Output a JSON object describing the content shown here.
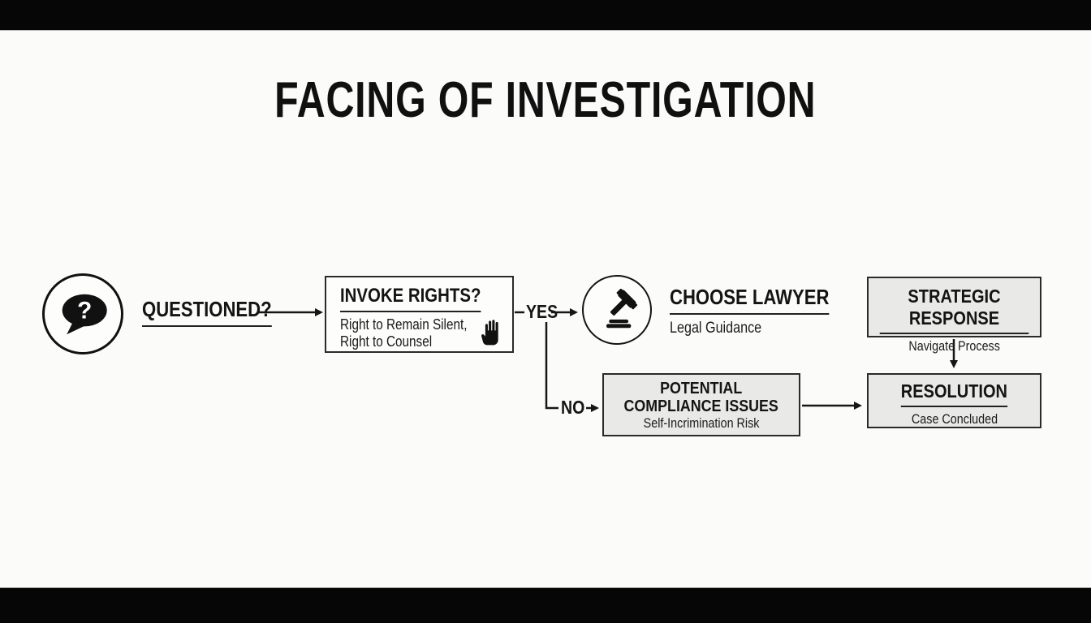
{
  "title": "FACING OF INVESTIGATION",
  "colors": {
    "ink": "#141414",
    "background": "#fbfbf9",
    "letterbox_bar": "#060606",
    "gray_box_fill": "#e9e9e7",
    "white_box_fill": "#fdfdfc"
  },
  "flowchart": {
    "nodes": {
      "questioned": {
        "label": "QUESTIONED?",
        "icon": "speech-bubble-question-icon"
      },
      "invoke_rights": {
        "title": "INVOKE RIGHTS?",
        "subtitle_line1": "Right to Remain Silent,",
        "subtitle_line2": "Right to Counsel",
        "icon": "raised-hand-icon"
      },
      "choose_lawyer": {
        "title": "CHOOSE LAWYER",
        "subtitle": "Legal Guidance",
        "icon": "gavel-icon"
      },
      "compliance": {
        "title": "POTENTIAL COMPLIANCE ISSUES",
        "subtitle": "Self-Incrimination Risk"
      },
      "strategic": {
        "title": "STRATEGIC RESPONSE",
        "subtitle": "Navigate Process"
      },
      "resolution": {
        "title": "RESOLUTION",
        "subtitle": "Case Concluded"
      }
    },
    "edges": {
      "yes_label": "YES",
      "no_label": "NO"
    }
  },
  "icons": {
    "question_glyph": "?"
  }
}
